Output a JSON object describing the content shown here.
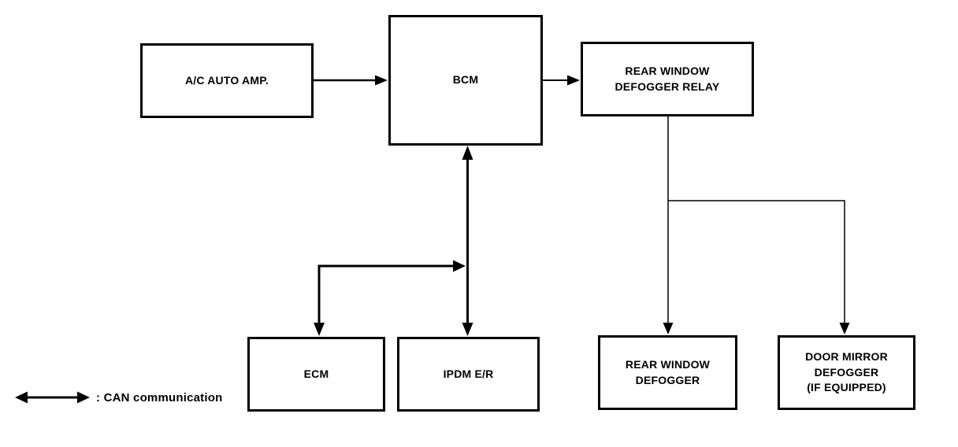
{
  "diagram": {
    "type": "system-block-diagram",
    "colors": {
      "line": "#000000",
      "background": "#ffffff",
      "box_fill": "#ffffff",
      "text": "#000000"
    },
    "nodes": {
      "ac_auto_amp": {
        "label": "A/C AUTO AMP."
      },
      "bcm": {
        "label": "BCM"
      },
      "rear_window_defogger_relay": {
        "label": "REAR WINDOW\nDEFOGGER RELAY"
      },
      "ecm": {
        "label": "ECM"
      },
      "ipdm_er": {
        "label": "IPDM E/R"
      },
      "rear_window_defogger": {
        "label": "REAR WINDOW\nDEFOGGER"
      },
      "door_mirror_defogger": {
        "label": "DOOR MIRROR\nDEFOGGER\n(IF EQUIPPED)"
      }
    },
    "connections": [
      {
        "from": "A/C AUTO AMP.",
        "to": "BCM",
        "style": "single-arrow"
      },
      {
        "from": "BCM",
        "to": "REAR WINDOW DEFOGGER RELAY",
        "style": "single-arrow"
      },
      {
        "from": "BCM",
        "to": "IPDM E/R",
        "style": "double-arrow-can"
      },
      {
        "from": "CAN line",
        "to": "ECM",
        "style": "branch-arrow-can"
      },
      {
        "from": "REAR WINDOW DEFOGGER RELAY",
        "to": "REAR WINDOW DEFOGGER",
        "style": "single-arrow"
      },
      {
        "from": "REAR WINDOW DEFOGGER RELAY",
        "to": "DOOR MIRROR DEFOGGER (IF EQUIPPED)",
        "style": "single-arrow"
      }
    ],
    "legend": {
      "symbol": "double-headed-arrow",
      "label": ": CAN communication"
    }
  }
}
